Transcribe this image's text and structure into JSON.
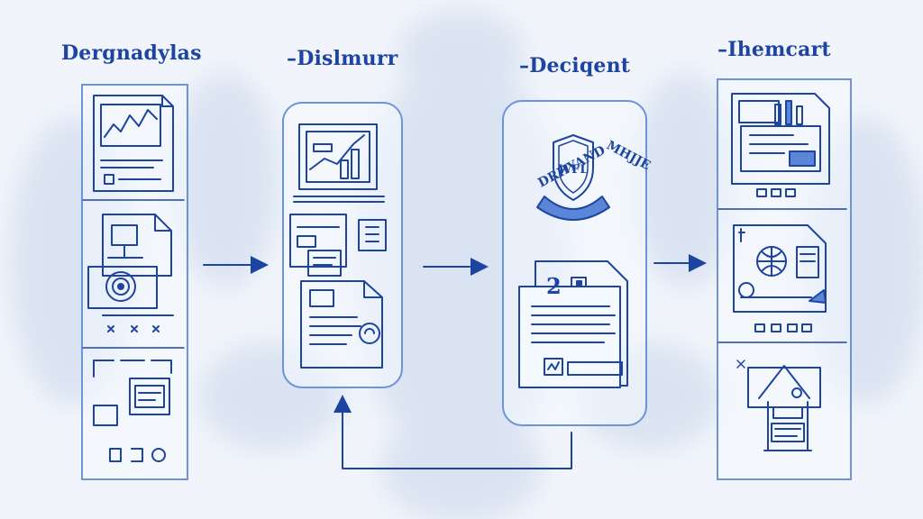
{
  "stages": [
    {
      "title": "Dergnadylas"
    },
    {
      "title": "–Dislmurr"
    },
    {
      "title": "–Deciqent"
    },
    {
      "title": "–Ihemcart"
    }
  ],
  "badge": {
    "left_text": "DRHYAND",
    "center_text": "WFL",
    "right_text": "MHJJE"
  },
  "document_number": "2",
  "colors": {
    "stroke": "#1d44a0",
    "panel_border": "#6d93d8",
    "accent_fill": "#5b86d8",
    "background": "#f1f5fb"
  },
  "icons": [
    "chart-document-icon",
    "folder-icon",
    "target-icon",
    "layout-icon",
    "monitor-chart-icon",
    "calendar-icon",
    "document-icon",
    "shield-badge-icon",
    "numbered-document-icon",
    "dashboard-icon",
    "globe-document-icon",
    "house-icon"
  ]
}
